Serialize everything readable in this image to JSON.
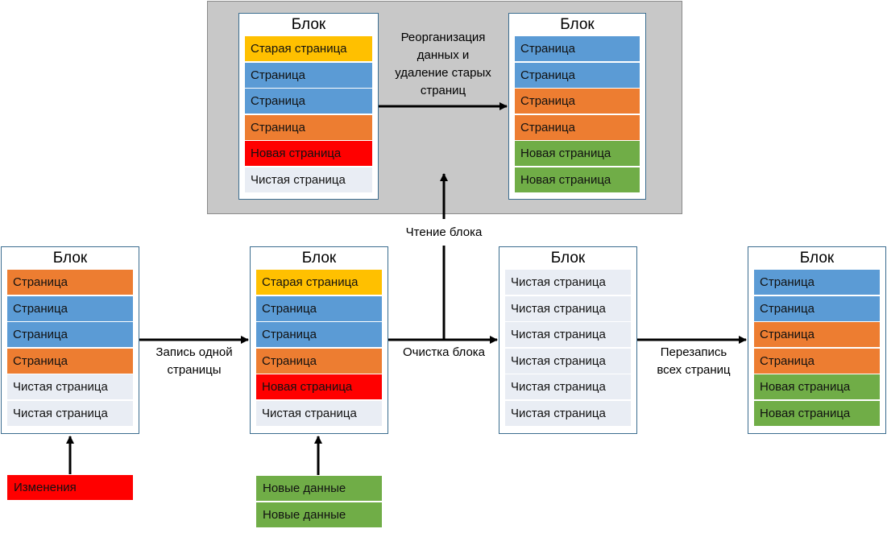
{
  "block_title": "Блок",
  "top_left_block": {
    "pages": [
      {
        "text": "Старая страница",
        "color": "yellow"
      },
      {
        "text": "Страница",
        "color": "blue"
      },
      {
        "text": "Страница",
        "color": "blue"
      },
      {
        "text": "Страница",
        "color": "orange"
      },
      {
        "text": "Новая страница",
        "color": "red"
      },
      {
        "text": "Чистая страница",
        "color": "clean"
      }
    ]
  },
  "top_right_block": {
    "pages": [
      {
        "text": "Страница",
        "color": "blue"
      },
      {
        "text": "Страница",
        "color": "blue"
      },
      {
        "text": "Страница",
        "color": "orange"
      },
      {
        "text": "Страница",
        "color": "orange"
      },
      {
        "text": "Новая страница",
        "color": "green"
      },
      {
        "text": "Новая страница",
        "color": "green"
      }
    ]
  },
  "block_1": {
    "pages": [
      {
        "text": "Страница",
        "color": "orange"
      },
      {
        "text": "Страница",
        "color": "blue"
      },
      {
        "text": "Страница",
        "color": "blue"
      },
      {
        "text": "Страница",
        "color": "orange"
      },
      {
        "text": "Чистая страница",
        "color": "clean"
      },
      {
        "text": "Чистая страница",
        "color": "clean"
      }
    ]
  },
  "block_2": {
    "pages": [
      {
        "text": "Старая страница",
        "color": "yellow"
      },
      {
        "text": "Страница",
        "color": "blue"
      },
      {
        "text": "Страница",
        "color": "blue"
      },
      {
        "text": "Страница",
        "color": "orange"
      },
      {
        "text": "Новая страница",
        "color": "red"
      },
      {
        "text": "Чистая страница",
        "color": "clean"
      }
    ]
  },
  "block_3": {
    "pages": [
      {
        "text": "Чистая страница",
        "color": "clean"
      },
      {
        "text": "Чистая страница",
        "color": "clean"
      },
      {
        "text": "Чистая страница",
        "color": "clean"
      },
      {
        "text": "Чистая страница",
        "color": "clean"
      },
      {
        "text": "Чистая страница",
        "color": "clean"
      },
      {
        "text": "Чистая страница",
        "color": "clean"
      }
    ]
  },
  "block_4": {
    "pages": [
      {
        "text": "Страница",
        "color": "blue"
      },
      {
        "text": "Страница",
        "color": "blue"
      },
      {
        "text": "Страница",
        "color": "orange"
      },
      {
        "text": "Страница",
        "color": "orange"
      },
      {
        "text": "Новая страница",
        "color": "green"
      },
      {
        "text": "Новая страница",
        "color": "green"
      }
    ]
  },
  "labels": {
    "reorg": [
      "Реорганизация",
      "данных и",
      "удаление старых",
      "страниц"
    ],
    "read_block": "Чтение блока",
    "write_one": [
      "Запись одной",
      "страницы"
    ],
    "clean_block": "Очистка блока",
    "rewrite_all": [
      "Перезапись",
      "всех страниц"
    ]
  },
  "inputs": {
    "changes": "Изменения",
    "new_data_1": "Новые данные",
    "new_data_2": "Новые данные"
  },
  "colors": {
    "orange": "#ed7d31",
    "blue": "#5b9bd5",
    "yellow": "#ffc000",
    "red": "#ff0000",
    "green": "#70ad47",
    "clean": "#e9edf4",
    "block_border": "#3b6d8f",
    "gray_area": "#c8c8c8"
  }
}
